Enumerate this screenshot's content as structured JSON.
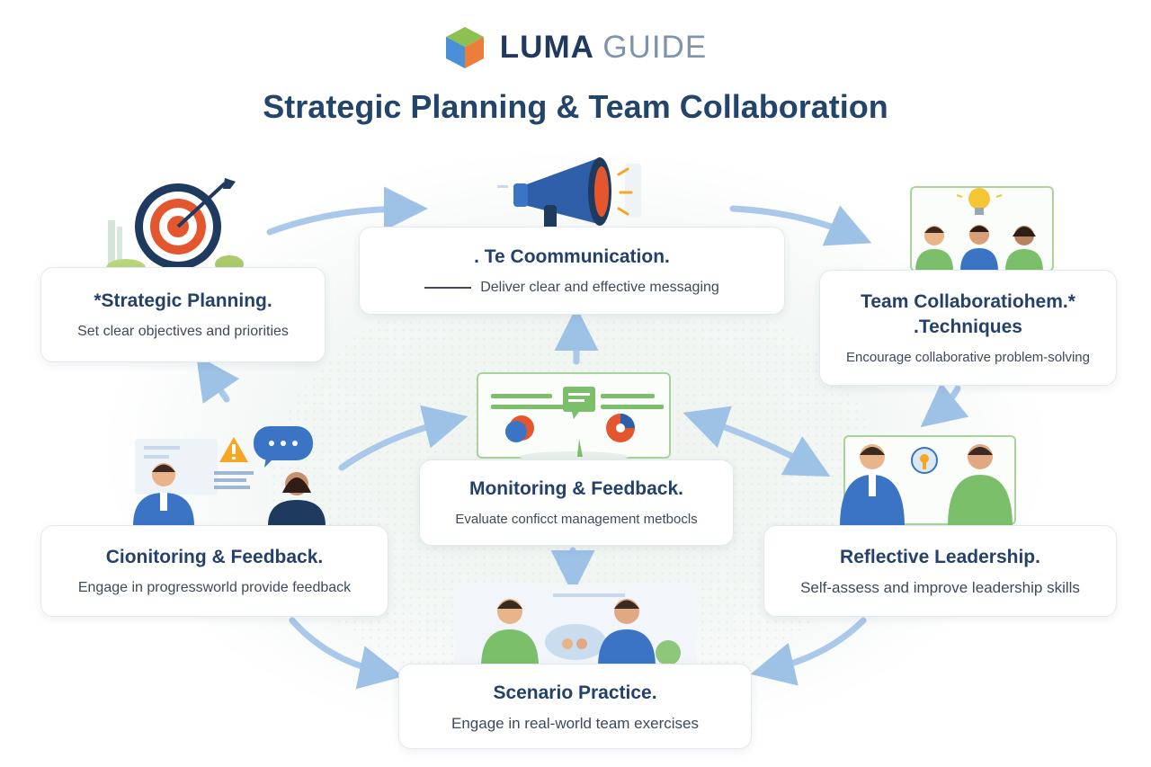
{
  "brand": {
    "name_bold": "LUMA",
    "name_light": "GUIDE"
  },
  "page_title": "Strategic Planning & Team Collaboration",
  "cards": {
    "strategic": {
      "title": "*Strategic Planning.",
      "desc": "Set clear objectives and priorities"
    },
    "communication": {
      "title": ". Te Coommunication.",
      "desc": "Deliver clear and effective messaging"
    },
    "team": {
      "title": "Team Collaboratiohem.* .Techniques",
      "desc": "Encourage collaborative problem-solving"
    },
    "monitoring_center": {
      "title": "Monitoring & Feedback.",
      "desc": "Evaluate conficct management metbocls"
    },
    "monitoring_left": {
      "title": "Cionitoring & Feedback.",
      "desc": "Engage in progressworld provide feedback"
    },
    "reflective": {
      "title": "Reflective Leadership.",
      "desc": "Self-assess and improve leadership skills"
    },
    "scenario": {
      "title": "Scenario Practice.",
      "desc": "Engage in real-world team exercises"
    }
  },
  "colors": {
    "arrow": "#9ec1e6",
    "title": "#23456b",
    "target_red": "#e4572e",
    "target_navy": "#1e3a5f",
    "megaphone_blue": "#2f5fa8",
    "shirt_green": "#7cbf6a",
    "shirt_blue": "#3b74c4",
    "bulb_yellow": "#f5c534"
  },
  "icons": [
    "cube-logo-icon",
    "target-icon",
    "megaphone-icon",
    "lightbulb-icon",
    "chat-bubble-icon",
    "warning-icon",
    "pie-chart-icon"
  ]
}
